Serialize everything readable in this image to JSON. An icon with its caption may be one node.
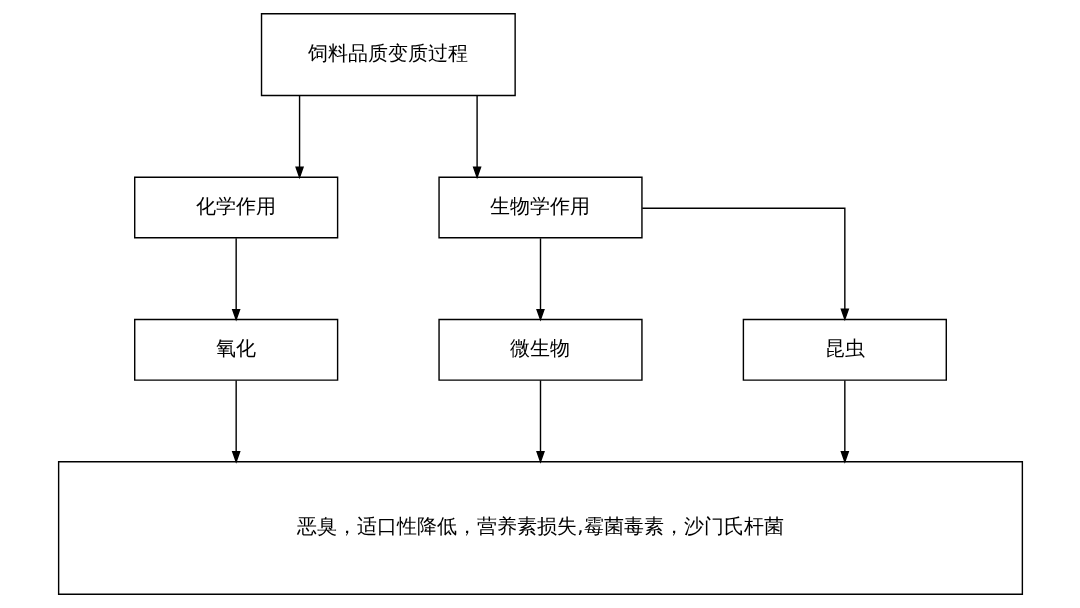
{
  "diagram": {
    "nodes": [
      {
        "text": [
          "饲料品质变质过程"
        ]
      },
      {
        "text": [
          "化学作用"
        ]
      },
      {
        "text": [
          "生物学作用"
        ]
      },
      {
        "text": [
          "氧化"
        ]
      },
      {
        "text": [
          "微生物"
        ]
      },
      {
        "text": [
          "昆虫"
        ]
      },
      {
        "text": [
          "恶臭，适口性降低，营养素损失,霉菌毒素，沙门氏杆菌"
        ]
      }
    ],
    "edges": [
      {
        "from": 0,
        "to": 1,
        "arrow": "to"
      },
      {
        "from": 0,
        "to": 2,
        "arrow": "to"
      },
      {
        "from": 1,
        "to": 3,
        "arrow": "to"
      },
      {
        "from": 2,
        "to": 4,
        "arrow": "to"
      },
      {
        "from": 2,
        "to": 5,
        "arrow": "to"
      },
      {
        "from": 3,
        "to": 6,
        "arrow": "to"
      },
      {
        "from": 4,
        "to": 6,
        "arrow": "to"
      },
      {
        "from": 5,
        "to": 6,
        "arrow": "to"
      }
    ]
  }
}
